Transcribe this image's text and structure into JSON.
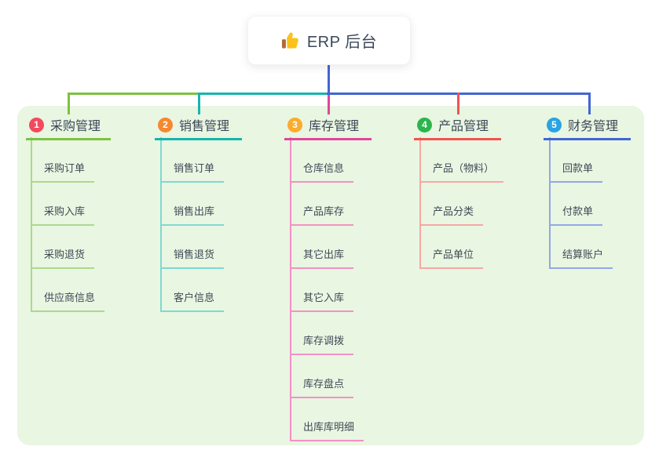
{
  "root": {
    "title": "ERP 后台",
    "icon": "thumbs-up-icon"
  },
  "colors": {
    "panel_bg": "#e9f6e2",
    "root_line": "#4365d2",
    "text": "#3c4858"
  },
  "branches": [
    {
      "badge": "1",
      "label": "采购管理",
      "badge_color": "#f4495d",
      "line_color": "#7cc242",
      "light_color": "#abd98e",
      "children": [
        "采购订单",
        "采购入库",
        "采购退货",
        "供应商信息"
      ]
    },
    {
      "badge": "2",
      "label": "销售管理",
      "badge_color": "#f6882f",
      "line_color": "#16b5ae",
      "light_color": "#7fd9d2",
      "children": [
        "销售订单",
        "销售出库",
        "销售退货",
        "客户信息"
      ]
    },
    {
      "badge": "3",
      "label": "库存管理",
      "badge_color": "#fbab2e",
      "line_color": "#e0459c",
      "light_color": "#f491c4",
      "children": [
        "仓库信息",
        "产品库存",
        "其它出库",
        "其它入库",
        "库存调拨",
        "库存盘点",
        "出库库明细"
      ]
    },
    {
      "badge": "4",
      "label": "产品管理",
      "badge_color": "#2cb54c",
      "line_color": "#f15352",
      "light_color": "#f7a8a4",
      "children": [
        "产品（物料）",
        "产品分类",
        "产品单位"
      ]
    },
    {
      "badge": "5",
      "label": "财务管理",
      "badge_color": "#29a3e3",
      "line_color": "#4365d2",
      "light_color": "#93a7e8",
      "children": [
        "回款单",
        "付款单",
        "结算账户"
      ]
    }
  ]
}
